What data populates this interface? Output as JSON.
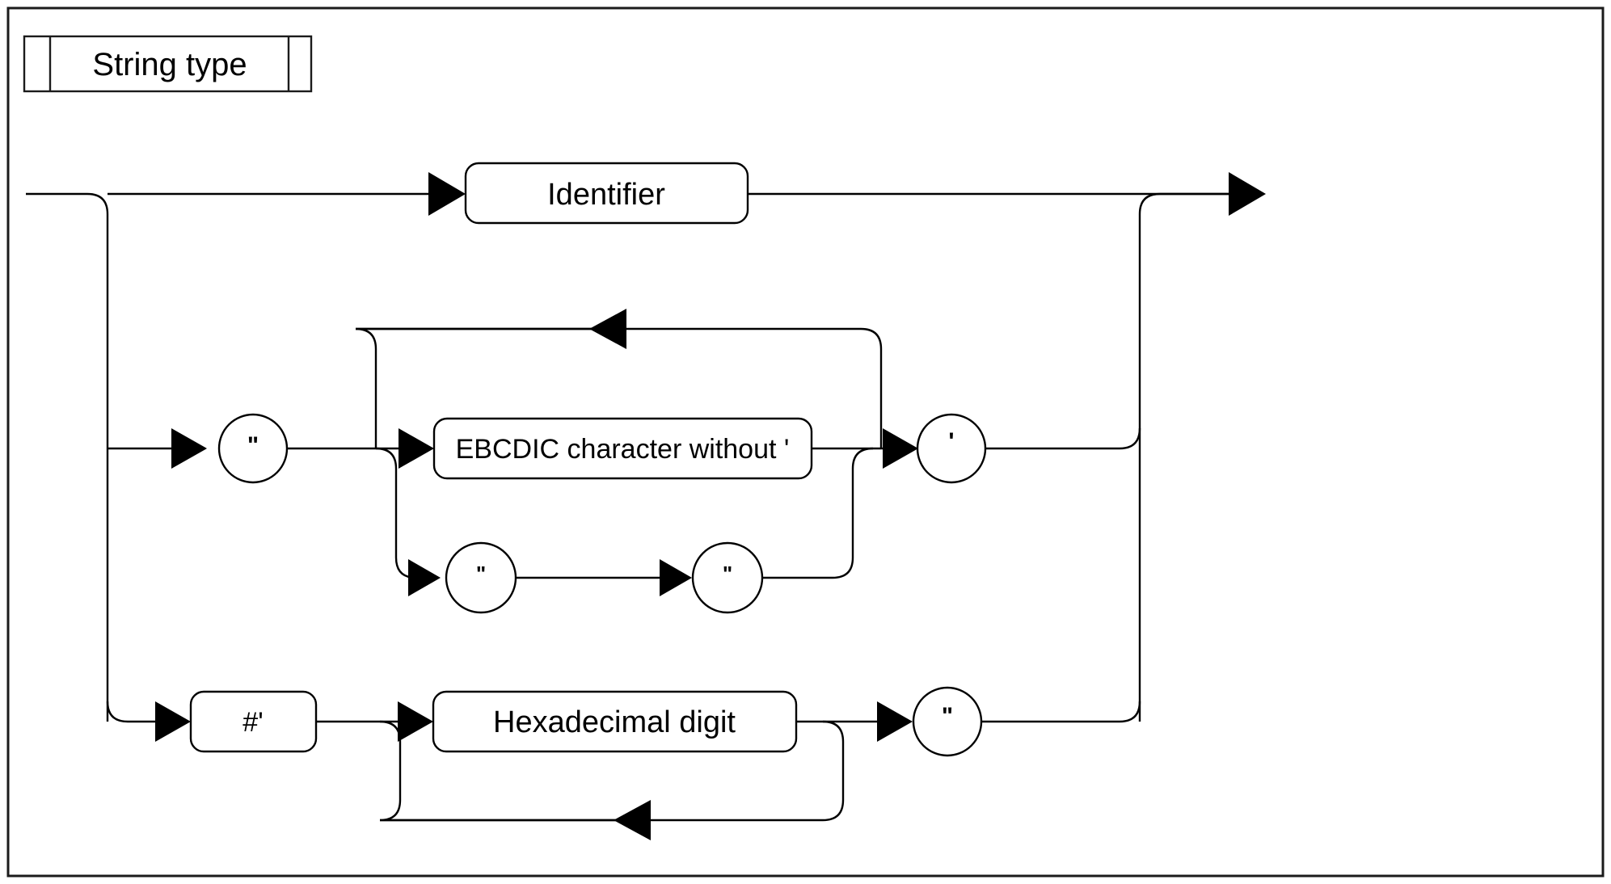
{
  "diagram": {
    "kind": "railroad-syntax-diagram",
    "title": "String type",
    "background_color": "#ffffff",
    "line_color": "#000000",
    "frame_color": "#1b1b1b",
    "alternatives": [
      {
        "id": "alt-identifier",
        "label": "Identifier",
        "shape": "rounded-rect"
      },
      {
        "id": "alt-quoted-string",
        "terminal_open": "\"",
        "body_label": "EBCDIC character without '",
        "escape_first": "\"",
        "escape_second": "\"",
        "terminal_close": "'"
      },
      {
        "id": "alt-hex-string",
        "terminal_open": "#'",
        "body_label": "Hexadecimal digit",
        "terminal_close": "\""
      }
    ]
  },
  "nodes": {
    "identifier": "Identifier",
    "ebcdic_character": "EBCDIC character without '",
    "hexadecimal_digit": "Hexadecimal digit",
    "hash_quote": "#'",
    "double_quote": "\"",
    "single_quote": "'"
  },
  "labels": {
    "title": "String type"
  }
}
